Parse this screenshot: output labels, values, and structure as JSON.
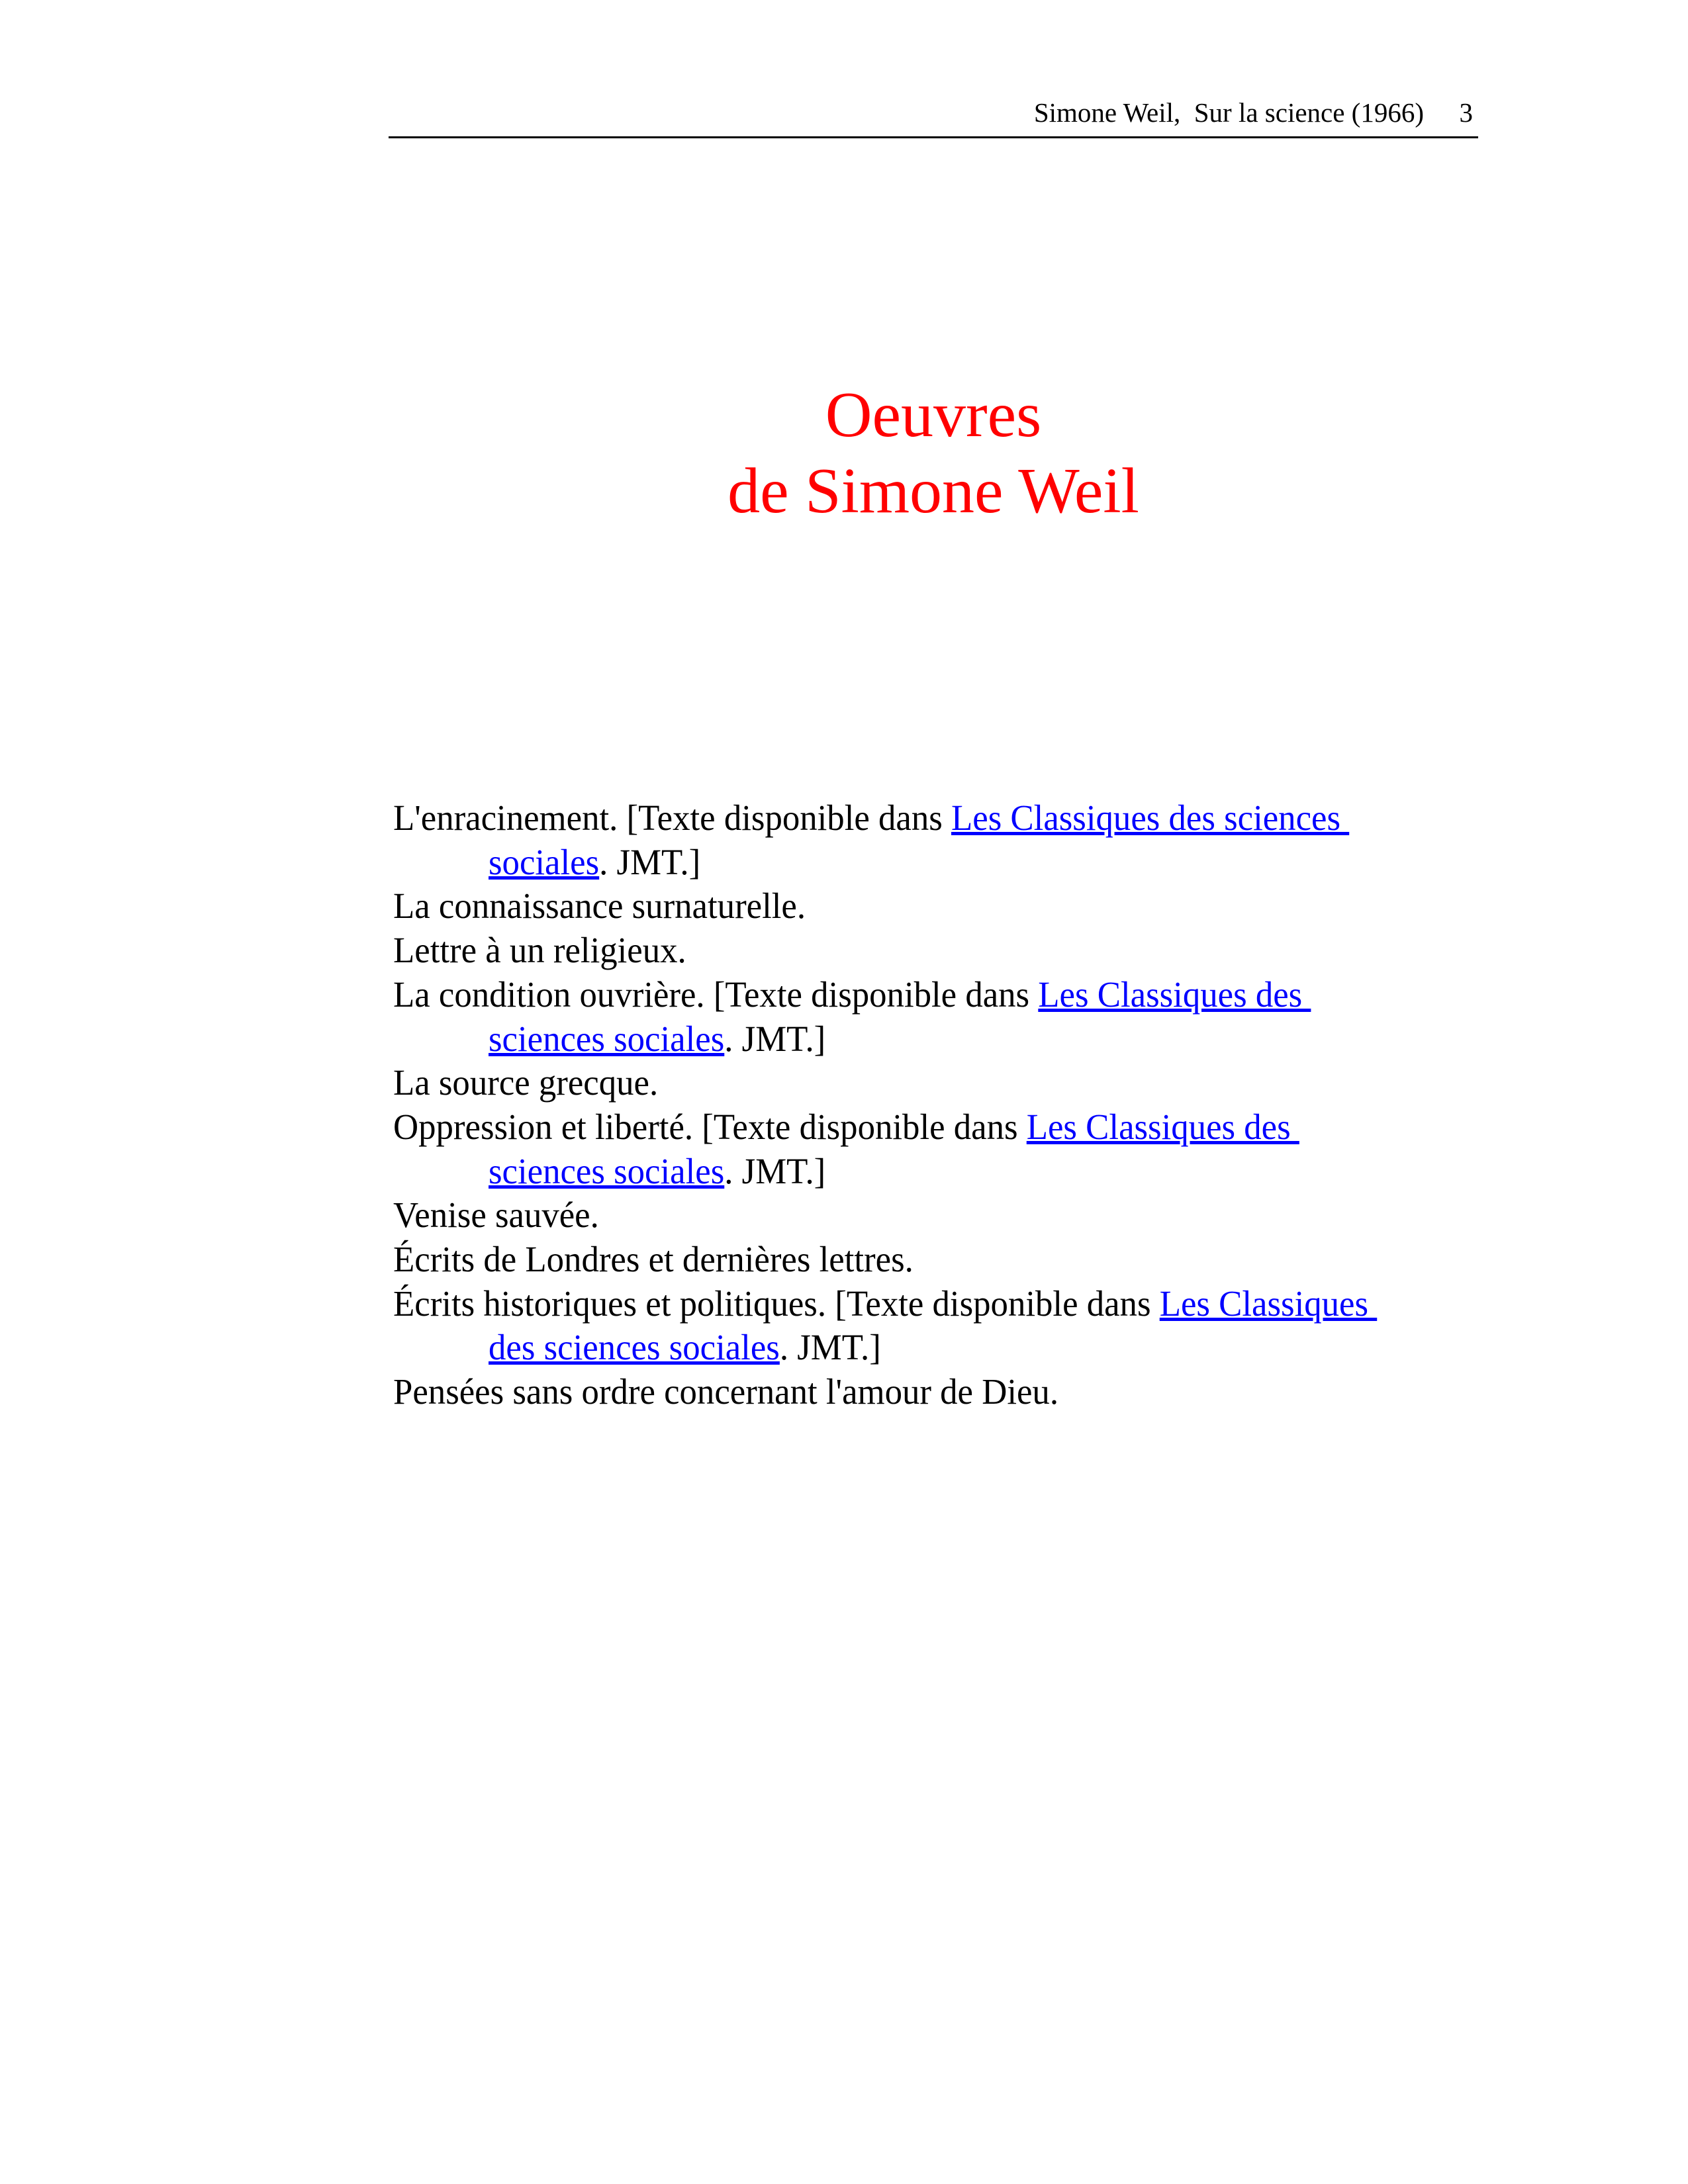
{
  "header": {
    "running_title": "Simone Weil,  Sur la science (1966)",
    "page_number": "3"
  },
  "title": {
    "line1": "Oeuvres",
    "line2": "de Simone Weil"
  },
  "link_color": "#0000ff",
  "title_color": "#ff0000",
  "items": [
    {
      "pre": "L'enracinement. [Texte disponible dans ",
      "link1": "Les Classiques des sciences ",
      "link2": "sociales",
      "post": ". JMT.]"
    },
    {
      "text": "La connaissance surnaturelle."
    },
    {
      "text": "Lettre à un religieux."
    },
    {
      "pre": "La condition ouvrière. [Texte disponible dans ",
      "link1": "Les Classiques des ",
      "link2": "sciences sociales",
      "post": ". JMT.]"
    },
    {
      "text": "La source grecque."
    },
    {
      "pre": "Oppression et liberté. [Texte disponible dans ",
      "link1": "Les Classiques des ",
      "link2": "sciences sociales",
      "post": ". JMT.]"
    },
    {
      "text": "Venise sauvée."
    },
    {
      "text": "Écrits de Londres et dernières lettres."
    },
    {
      "pre": "Écrits historiques et politiques. [Texte disponible dans ",
      "link1": "Les Classiques ",
      "link2": "des sciences sociales",
      "post": ". JMT.]"
    },
    {
      "text": "Pensées sans ordre concernant l'amour de Dieu."
    }
  ]
}
